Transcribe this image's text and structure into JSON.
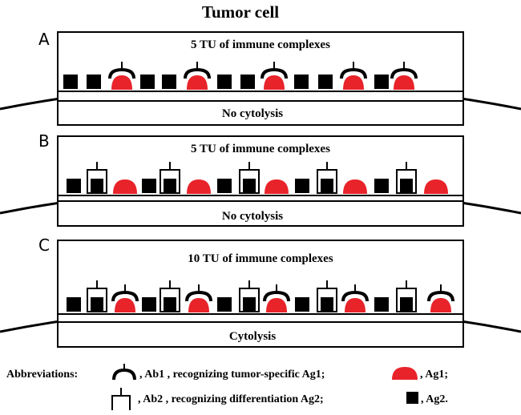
{
  "title": "Tumor cell",
  "panels": [
    {
      "letter": "A",
      "header": "5  TU of immune complexes",
      "result": "No cytolysis",
      "sequence": [
        "ag2",
        "ag2",
        "ab1",
        "ag2",
        "ag2",
        "ab1",
        "ag2",
        "ag2",
        "ab1",
        "ag2",
        "ag2",
        "ab1",
        "ag2",
        "ab1"
      ]
    },
    {
      "letter": "B",
      "header": "5  TU of immune complexes",
      "result": "No cytolysis",
      "sequence": [
        "ag2",
        "ab2",
        "ag1",
        "ag2",
        "ab2",
        "ag1",
        "ag2",
        "ab2",
        "ag1",
        "ag2",
        "ab2",
        "ag1",
        "ag2",
        "ab2",
        "ag1"
      ]
    },
    {
      "letter": "C",
      "header": "10 TU of immune complexes",
      "result": "Cytolysis",
      "sequence": [
        "ag2",
        "ab2",
        "ab1",
        "ag2",
        "ab2",
        "ab1",
        "ag2",
        "ab2",
        "ab1",
        "ag2",
        "ab2",
        "ab1",
        "ag2",
        "ab2",
        "ab1"
      ]
    }
  ],
  "legend": {
    "lead": "Abbreviations:",
    "ab1_text": ", Ab1 , recognizing tumor-specific Ag1;",
    "ag1_text": ", Ag1;",
    "ab2_text": ", Ab2 , recognizing differentiation Ag2;",
    "ag2_text": ", Ag2."
  },
  "colors": {
    "ag1": "#e8232a",
    "ag2": "#000000",
    "line": "#000000"
  }
}
